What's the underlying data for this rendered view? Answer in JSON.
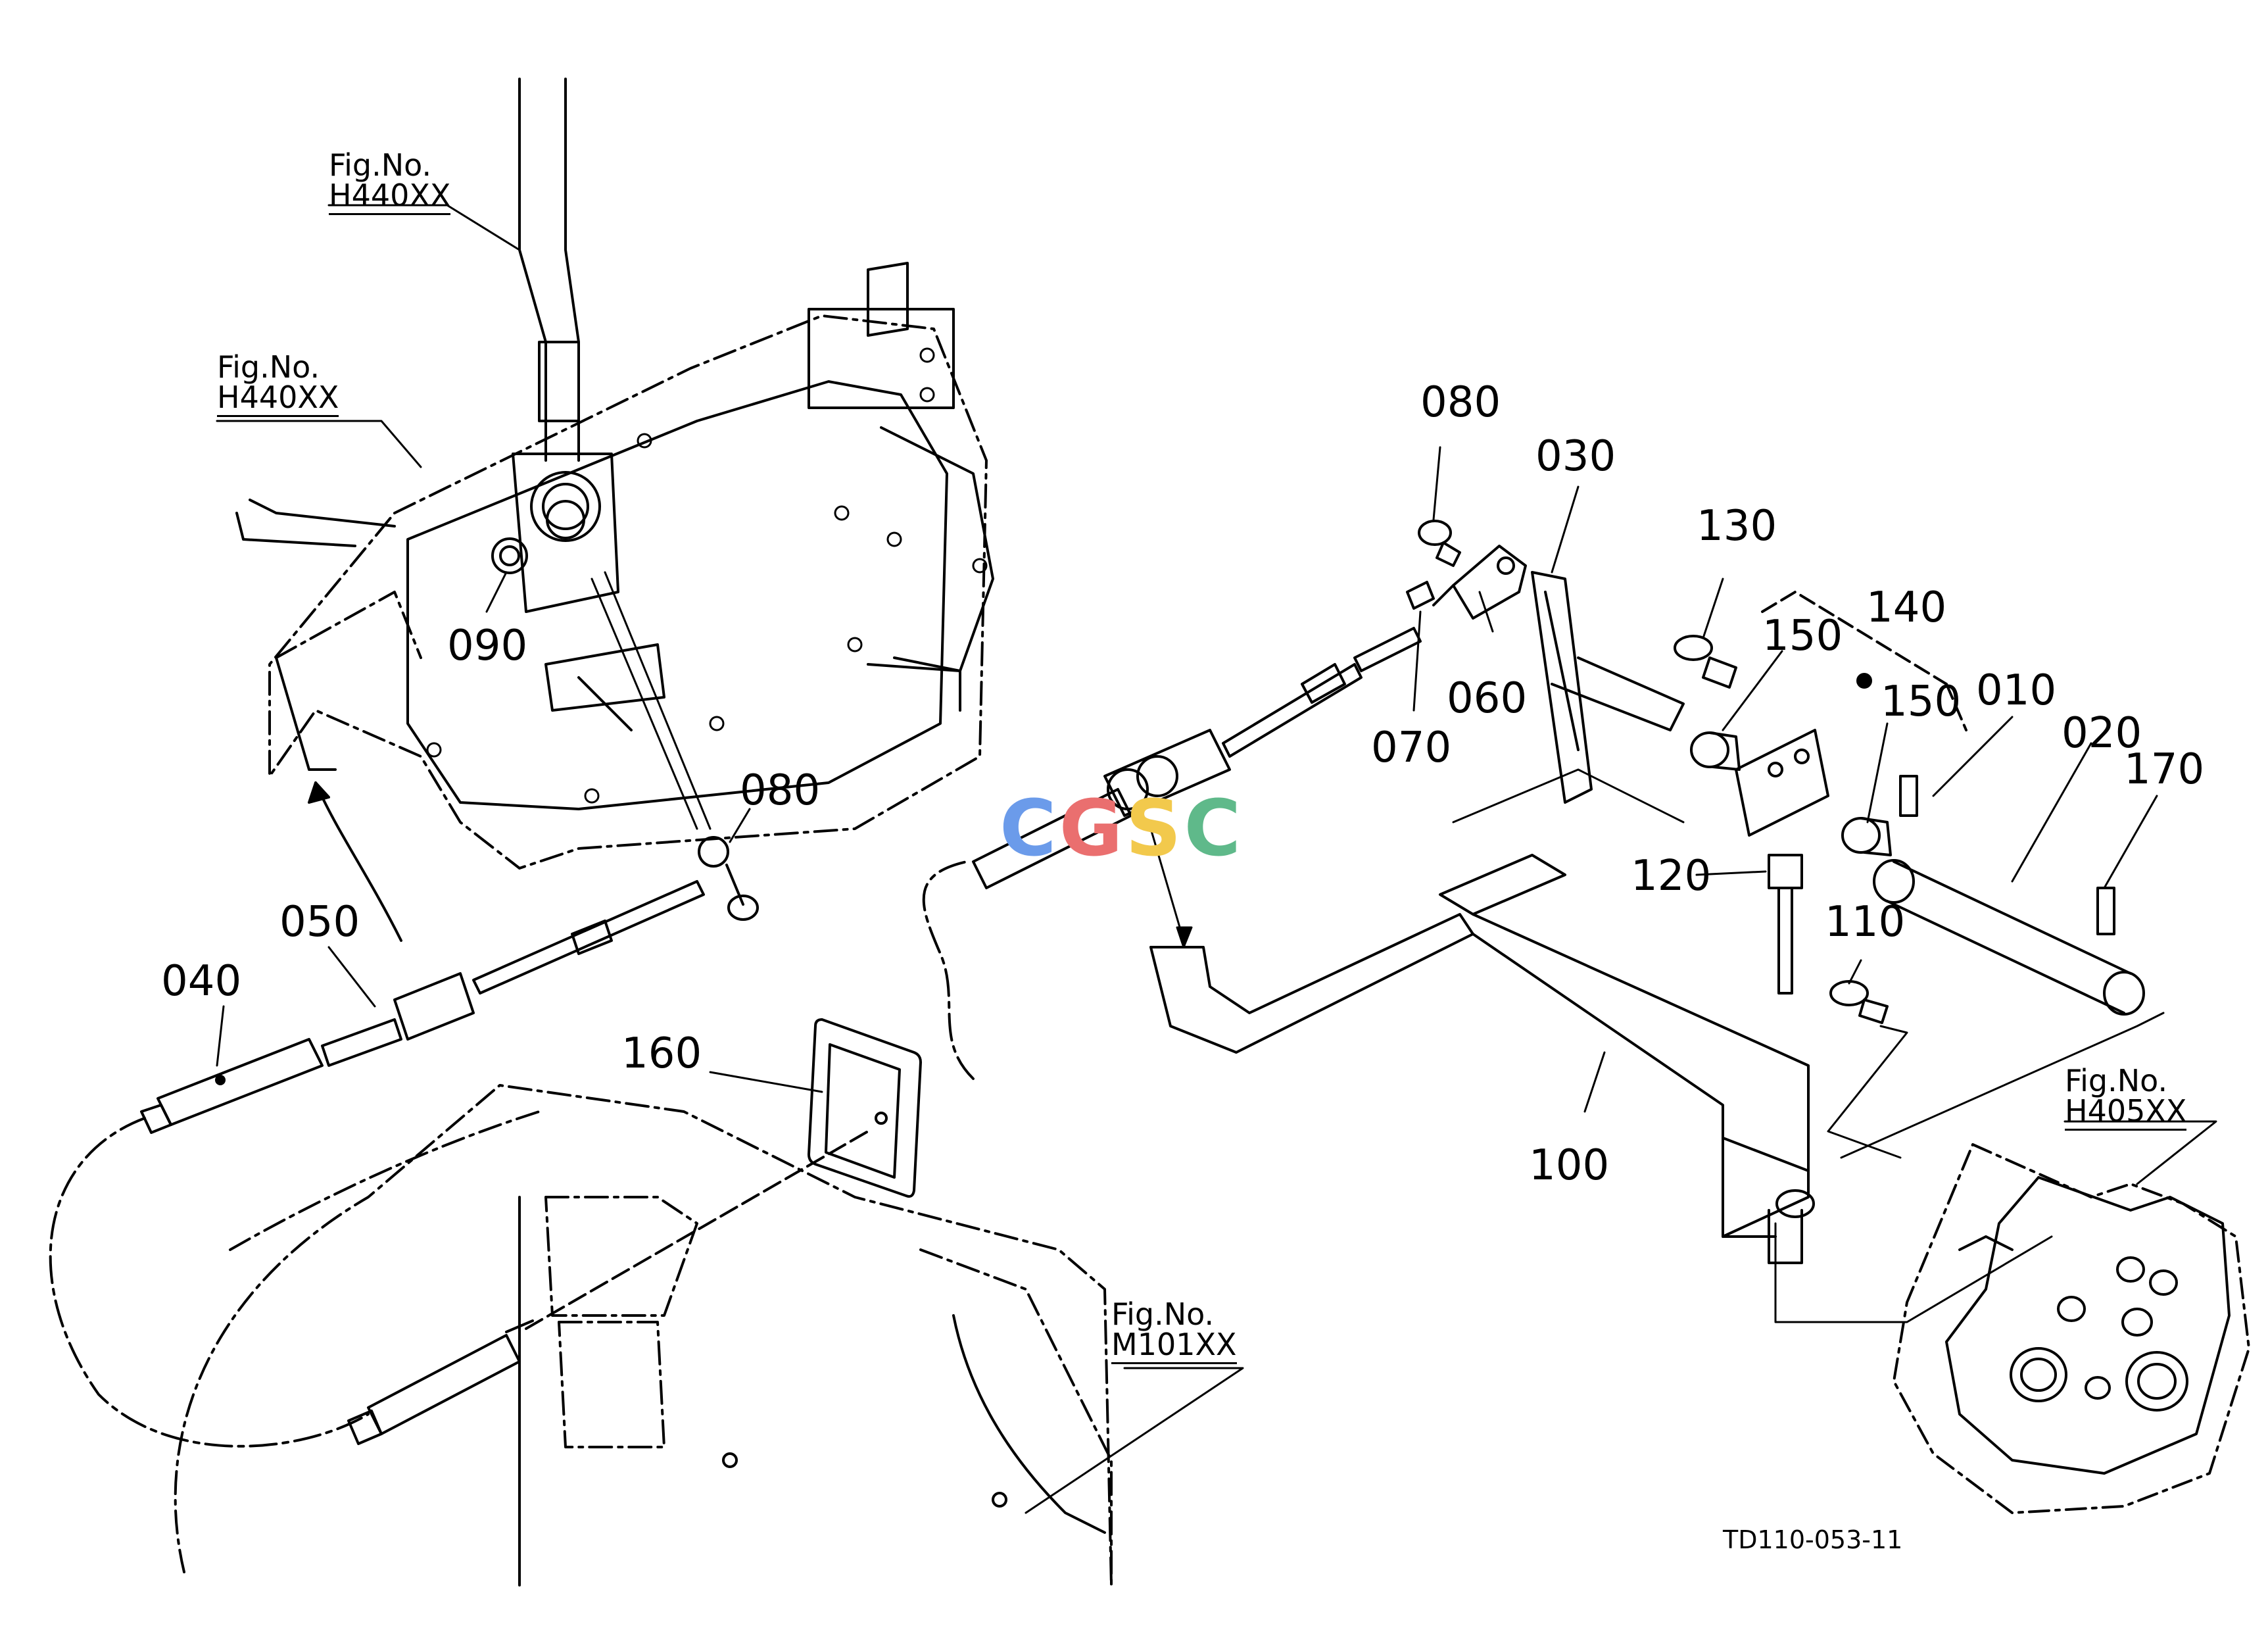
{
  "figure_refs": [
    {
      "line1": "Fig.No.",
      "line2": "H440XX"
    },
    {
      "line1": "Fig.No.",
      "line2": "H440XX"
    },
    {
      "line1": "Fig.No.",
      "line2": "H405XX"
    },
    {
      "line1": "Fig.No.",
      "line2": "M101XX"
    }
  ],
  "parts": {
    "p090": "090",
    "p080_left": "080",
    "p050": "050",
    "p040": "040",
    "p160": "160",
    "p080_right": "080",
    "p030": "030",
    "p130": "130",
    "p140": "140",
    "p150_a": "150",
    "p150_b": "150",
    "p010": "010",
    "p020": "020",
    "p170": "170",
    "p060": "060",
    "p070": "070",
    "p120": "120",
    "p110": "110",
    "p100": "100"
  },
  "watermark": {
    "letters": [
      "C",
      "G",
      "S",
      "C"
    ],
    "colors": [
      "#6b9bea",
      "#ea6f6f",
      "#f2c94c",
      "#5fb98a"
    ]
  },
  "drawing_number": "TD110-053-11"
}
